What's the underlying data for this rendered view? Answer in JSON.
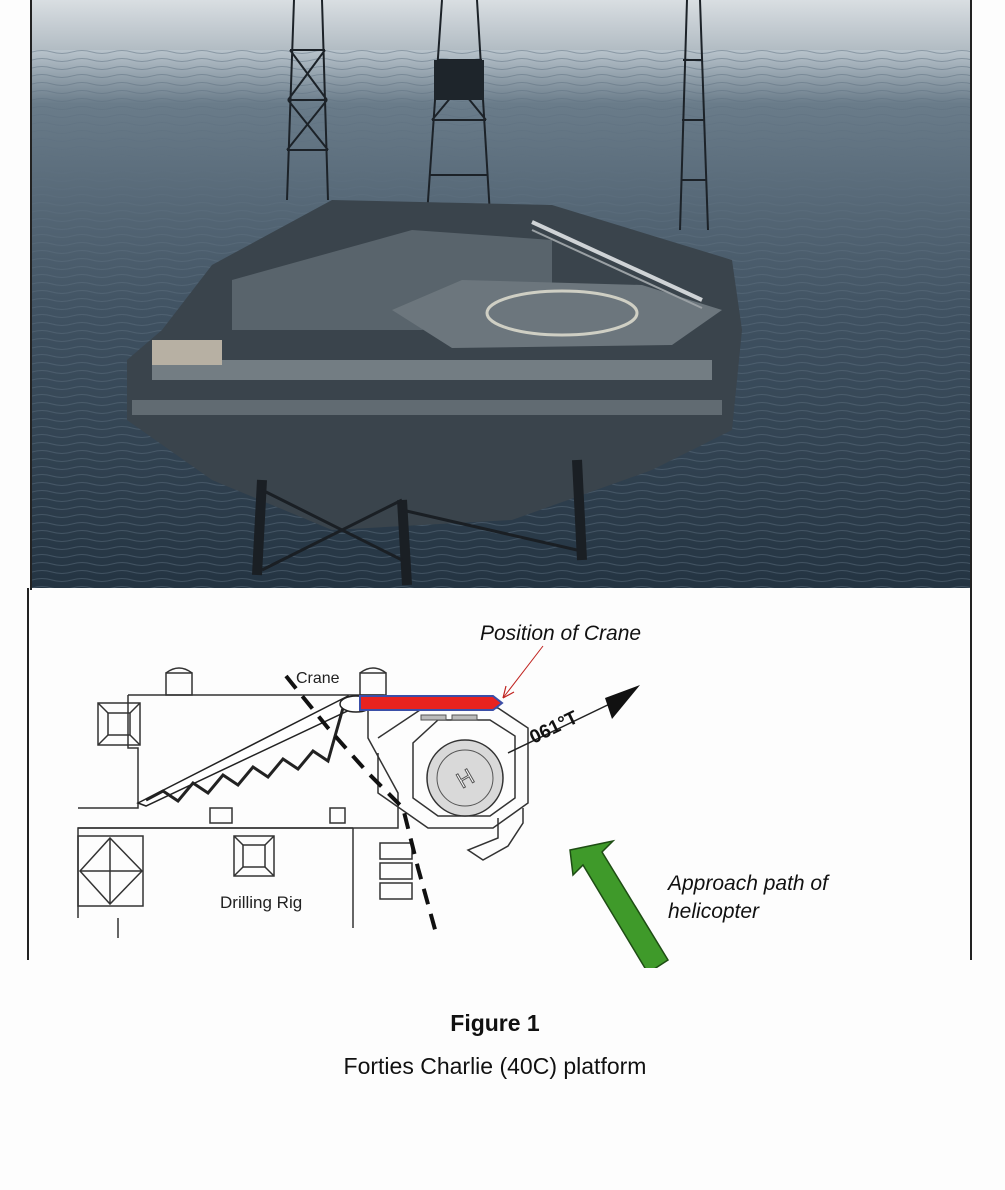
{
  "photo": {
    "description_icon": "offshore-platform-photo"
  },
  "diagram": {
    "position_of_crane_label": "Position of Crane",
    "crane_label": "Crane",
    "bearing_label": "061°T",
    "helideck_label": "H",
    "drilling_rig_label": "Drilling Rig",
    "approach_label_line1": "Approach path of",
    "approach_label_line2": "helicopter",
    "crane_color": "#e8231f",
    "approach_arrow_color": "#3f9a2a"
  },
  "caption": {
    "figure_label": "Figure 1",
    "subtitle": "Forties Charlie (40C) platform"
  }
}
